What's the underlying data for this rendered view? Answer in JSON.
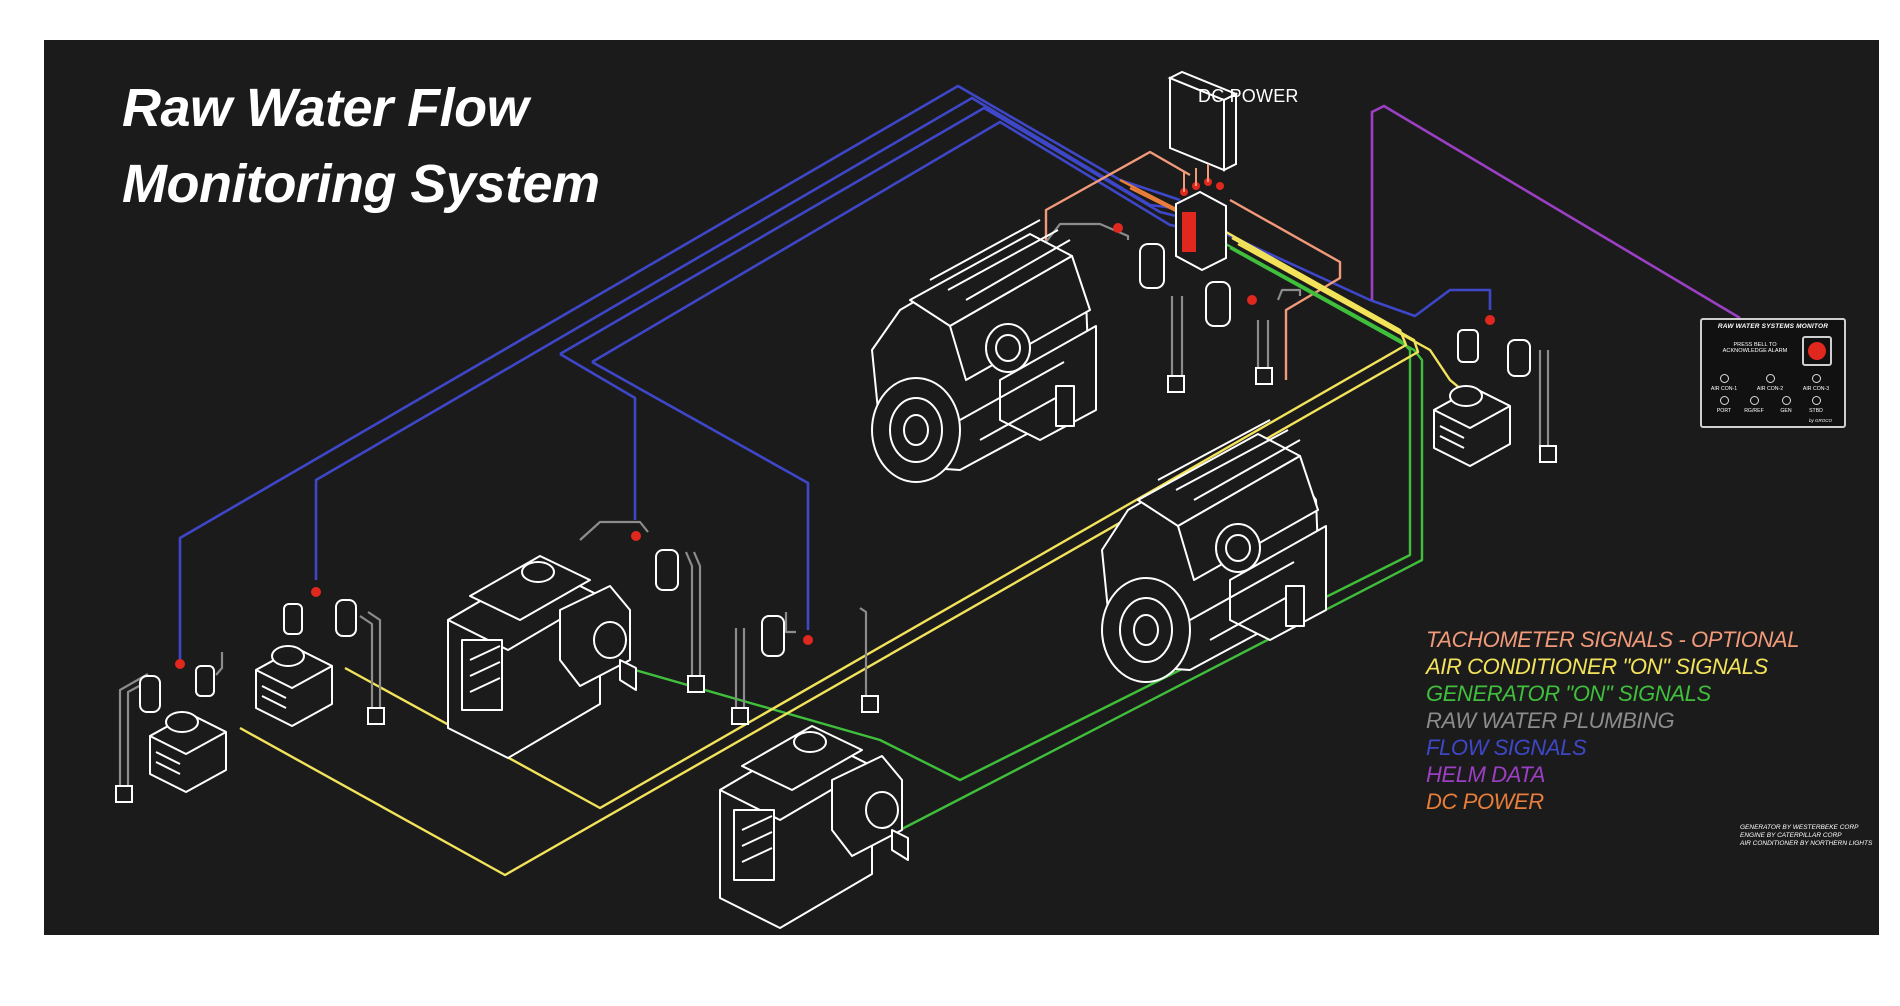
{
  "title": {
    "line1": "Raw Water Flow",
    "line2": "Monitoring System"
  },
  "dc_power_label": "DC POWER",
  "legend": [
    {
      "text": "TACHOMETER SIGNALS - OPTIONAL",
      "color": "#f19a7a"
    },
    {
      "text": "AIR CONDITIONER \"ON\" SIGNALS",
      "color": "#f2e35a"
    },
    {
      "text": "GENERATOR \"ON\" SIGNALS",
      "color": "#3fbf3b"
    },
    {
      "text": "RAW WATER PLUMBING",
      "color": "#8c8c8c"
    },
    {
      "text": "FLOW SIGNALS",
      "color": "#3d47c8"
    },
    {
      "text": "HELM DATA",
      "color": "#9b3fc4"
    },
    {
      "text": "DC POWER",
      "color": "#e87e3a"
    }
  ],
  "monitor": {
    "title": "RAW WATER SYSTEMS MONITOR",
    "instruction": "PRESS BELL TO ACKNOWLEDGE ALARM",
    "row1": [
      "AIR CON-1",
      "AIR CON-2",
      "AIR CON-3"
    ],
    "row2": [
      "PORT",
      "RG/REF",
      "GEN",
      "STBD"
    ],
    "maker": "by GROCO"
  },
  "credits": [
    "GENERATOR BY WESTERBEKE CORP",
    "ENGINE BY CATERPILLAR CORP",
    "AIR CONDITIONER BY NORTHERN LIGHTS"
  ],
  "colors": {
    "background": "#1c1b1c",
    "tachometer": "#f19a7a",
    "air_conditioner": "#f2e35a",
    "generator": "#3fbf3b",
    "plumbing": "#8c8c8c",
    "flow": "#3d47c8",
    "helm": "#9b3fc4",
    "dc_power": "#e87e3a",
    "equipment": "#ffffff",
    "sensor": "#e0281e"
  }
}
